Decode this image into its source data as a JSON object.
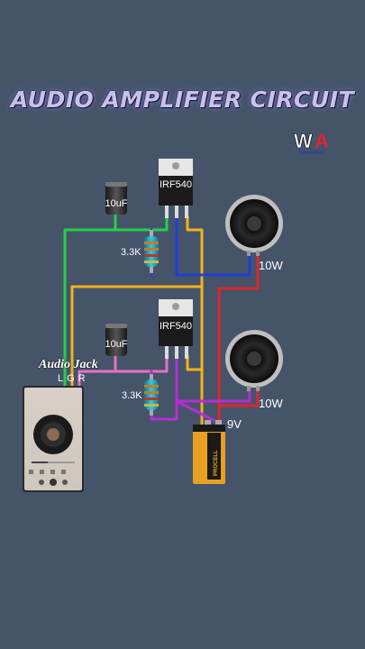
{
  "title": "AUDIO AMPLIFIER CIRCUIT",
  "logo": {
    "text": "WA",
    "subtext": "Electronics"
  },
  "stages": [
    {
      "transistor": "IRF540",
      "capacitor": "10uF",
      "resistor": "3.3K",
      "speaker": "10W"
    },
    {
      "transistor": "IRF540",
      "capacitor": "10uF",
      "resistor": "3.3K",
      "speaker": "10W"
    }
  ],
  "battery": {
    "label": "9V",
    "brand": "PROCELL"
  },
  "audio_jack": {
    "label": "Audio Jack",
    "pins": "LGR"
  },
  "colors": {
    "background": "#455469",
    "wire_green": "#22d24a",
    "wire_yellow": "#f2b21c",
    "wire_blue": "#1f3fd6",
    "wire_red": "#e0262e",
    "wire_pink": "#e870c8",
    "wire_magenta": "#b42ed2"
  }
}
